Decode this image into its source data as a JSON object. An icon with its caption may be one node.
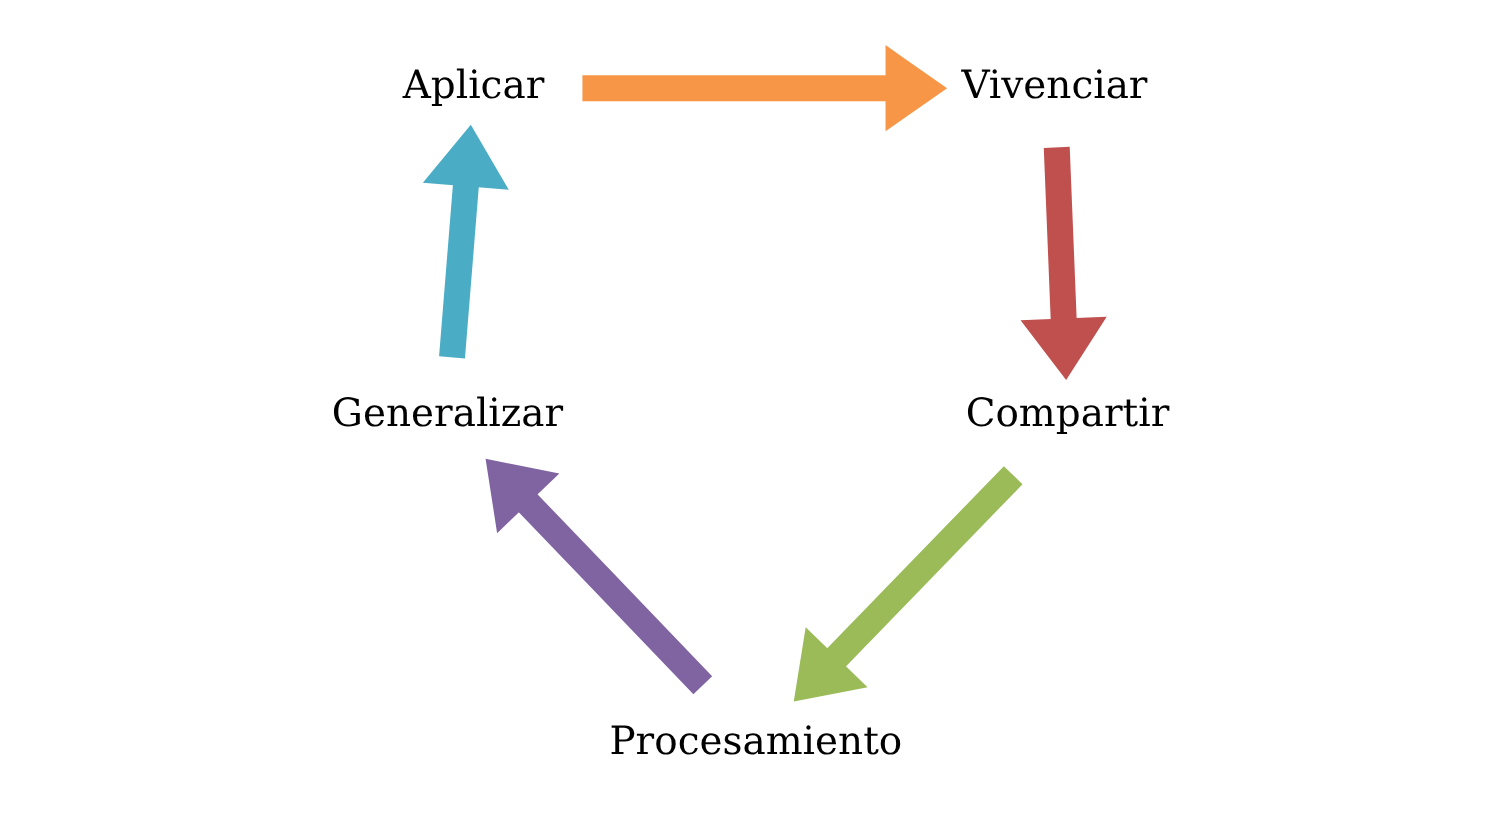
{
  "diagram": {
    "nodes": [
      {
        "text": [
          "Aplicar"
        ]
      },
      {
        "text": [
          "Vivenciar"
        ]
      },
      {
        "text": [
          "Generalizar"
        ]
      },
      {
        "text": [
          "Compartir"
        ]
      },
      {
        "text": [
          "Procesamiento"
        ]
      }
    ],
    "edges": [
      {
        "from": 0,
        "to": 1,
        "arrow": "to",
        "color": "#f79646"
      },
      {
        "from": 1,
        "to": 3,
        "arrow": "to",
        "color": "#c0504d"
      },
      {
        "from": 3,
        "to": 4,
        "arrow": "to",
        "color": "#9bbb59"
      },
      {
        "from": 4,
        "to": 2,
        "arrow": "to",
        "color": "#8064a2"
      },
      {
        "from": 2,
        "to": 0,
        "arrow": "to",
        "color": "#4bacc6"
      }
    ]
  }
}
